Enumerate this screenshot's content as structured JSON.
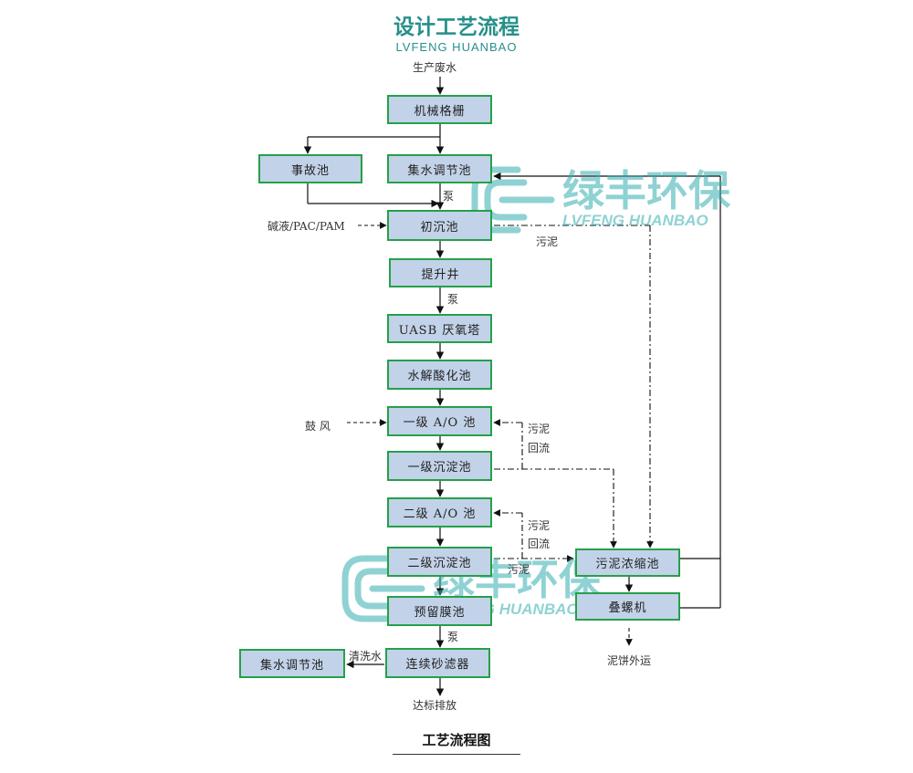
{
  "header": {
    "title": "设计工艺流程",
    "subtitle": "LVFENG HUANBAO"
  },
  "boxes": {
    "jixiegeshan": "机械格栅",
    "shiguchi": "事故池",
    "jishui1": "集水调节池",
    "chuchen": "初沉池",
    "tishengjing": "提升井",
    "uasb": "UASB 厌氧塔",
    "shuijie": "水解酸化池",
    "ao1": "一级 A/O 池",
    "chendian1": "一级沉淀池",
    "ao2": "二级 A/O 池",
    "chendian2": "二级沉淀池",
    "yuliu": "预留膜池",
    "lvqi": "连续砂滤器",
    "jishui2": "集水调节池",
    "nongsuo": "污泥浓缩池",
    "dieluo": "叠螺机"
  },
  "labels": {
    "input": "生产废水",
    "pump1": "泵",
    "chem": "碱液/PAC/PAM",
    "sludge1": "污泥",
    "pump2": "泵",
    "air": "鼓 风",
    "reflux1_a": "污泥",
    "reflux1_b": "回流",
    "reflux2_a": "污泥",
    "reflux2_b": "回流",
    "sludge2": "污泥",
    "pump3": "泵",
    "wash": "清洗水",
    "output": "达标排放",
    "cake": "泥饼外运"
  },
  "watermark": {
    "text": "绿丰环保",
    "sub": "LVFENG HUANBAO"
  },
  "caption": "工艺流程图",
  "colors": {
    "box_fill": "#c2d2e8",
    "box_border": "#25a04a",
    "brand": "#25908a",
    "watermark": "#35aeb0"
  }
}
